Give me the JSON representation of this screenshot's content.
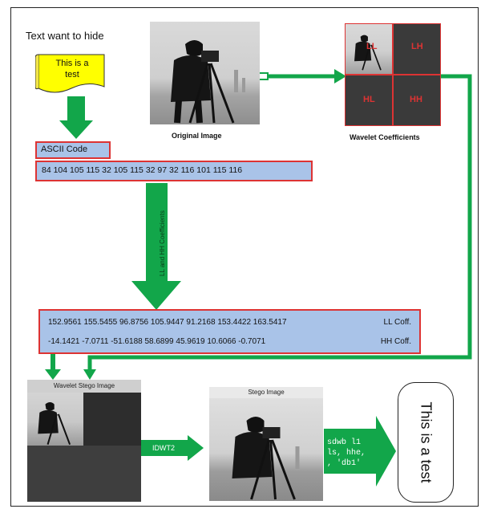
{
  "text_title": "Text want to hide",
  "hidden_text": [
    "This is a",
    "test"
  ],
  "original_image_label": "Original Image",
  "wavelet_coeff_label": "Wavelet Coefficients",
  "subbands": {
    "ll": "LL",
    "lh": "LH",
    "hl": "HL",
    "hh": "HH"
  },
  "ascii_label": "ASCII Code",
  "ascii_values": "84 104 105 115 32 105 115 32 97 32 116 101 115 116",
  "embed_arrow_label": "LL and HH Coefficients",
  "ll_coeffs": "152.9561 155.5455 96.8756 105.9447 91.2168 153.4422 163.5417",
  "ll_tag": "LL Coff.",
  "hh_coeffs": "-14.1421 -7.0711 -51.6188 58.6899 45.9619 10.6066 -0.7071",
  "hh_tag": "HH Coff.",
  "wavelet_stego_label": "Wavelet Stego Image",
  "idwt_label": "IDWT2",
  "stego_image_label": "Stego Image",
  "decode_code": [
    "sdwb l1",
    "ls, hhe,",
    ", 'db1'"
  ],
  "result_text": "This is a test",
  "colors": {
    "arrow_green": "#12a64a",
    "box_blue": "#a9c3e8",
    "box_border": "#d33333",
    "note_yellow": "#ffff00"
  }
}
